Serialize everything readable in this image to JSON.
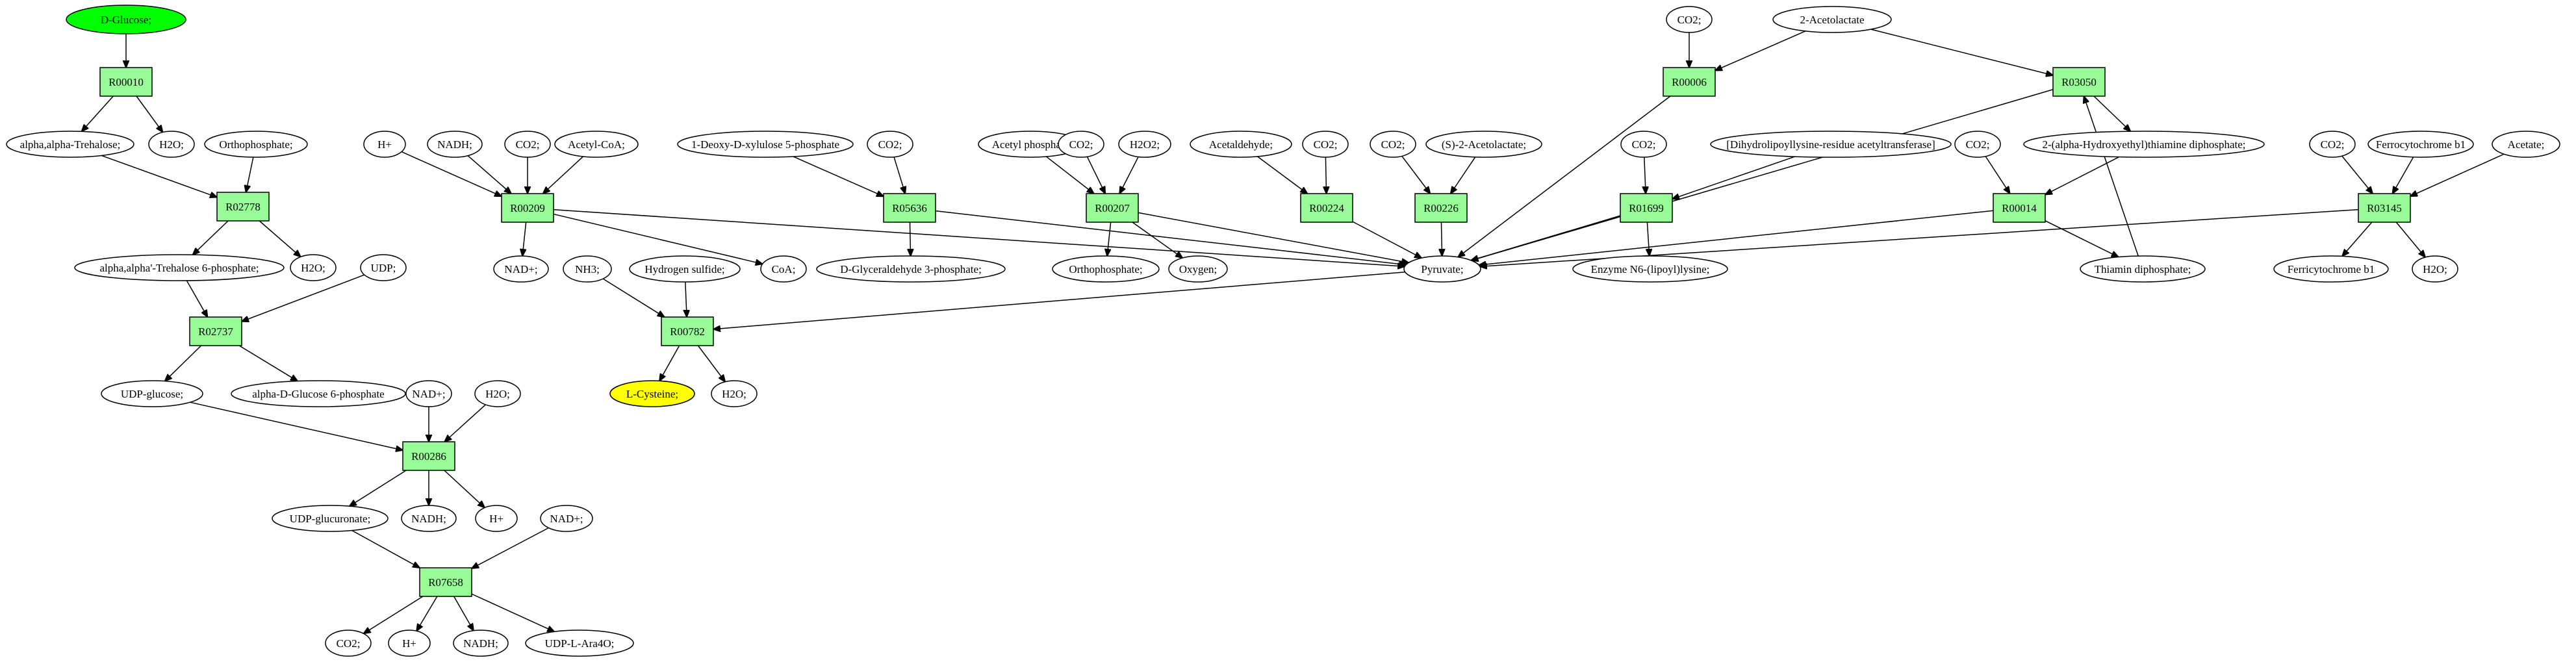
{
  "colors": {
    "reaction_fill": "#98fb98",
    "start_fill": "#00ff00",
    "target_fill": "#ffff00",
    "compound_fill": "#ffffff",
    "stroke": "#000000"
  },
  "nodes": {
    "dglucose": {
      "label": "D-Glucose;",
      "kind": "start"
    },
    "r00010": {
      "label": "R00010",
      "kind": "reaction"
    },
    "trehalose": {
      "label": "alpha,alpha-Trehalose;",
      "kind": "compound"
    },
    "h2o_1": {
      "label": "H2O;",
      "kind": "compound"
    },
    "orthophosphate_1": {
      "label": "Orthophosphate;",
      "kind": "compound"
    },
    "r02778": {
      "label": "R02778",
      "kind": "reaction"
    },
    "trehalose6p": {
      "label": "alpha,alpha'-Trehalose 6-phosphate;",
      "kind": "compound"
    },
    "h2o_2": {
      "label": "H2O;",
      "kind": "compound"
    },
    "udp": {
      "label": "UDP;",
      "kind": "compound"
    },
    "r02737": {
      "label": "R02737",
      "kind": "reaction"
    },
    "udpglucose": {
      "label": "UDP-glucose;",
      "kind": "compound"
    },
    "glucose6p": {
      "label": "alpha-D-Glucose 6-phosphate",
      "kind": "compound"
    },
    "nadp_1": {
      "label": "NAD+;",
      "kind": "compound"
    },
    "h2o_3": {
      "label": "H2O;",
      "kind": "compound"
    },
    "r00286": {
      "label": "R00286",
      "kind": "reaction"
    },
    "udpglucuronate": {
      "label": "UDP-glucuronate;",
      "kind": "compound"
    },
    "nadh_1": {
      "label": "NADH;",
      "kind": "compound"
    },
    "hplus_1": {
      "label": "H+",
      "kind": "compound"
    },
    "nadp_2": {
      "label": "NAD+;",
      "kind": "compound"
    },
    "r07658": {
      "label": "R07658",
      "kind": "reaction"
    },
    "co2_1": {
      "label": "CO2;",
      "kind": "compound"
    },
    "hplus_2": {
      "label": "H+",
      "kind": "compound"
    },
    "nadh_2": {
      "label": "NADH;",
      "kind": "compound"
    },
    "udpara4o": {
      "label": "UDP-L-Ara4O;",
      "kind": "compound"
    },
    "hplus_3": {
      "label": "H+",
      "kind": "compound"
    },
    "nadh_3": {
      "label": "NADH;",
      "kind": "compound"
    },
    "co2_2": {
      "label": "CO2;",
      "kind": "compound"
    },
    "acetylcoa": {
      "label": "Acetyl-CoA;",
      "kind": "compound"
    },
    "r00209": {
      "label": "R00209",
      "kind": "reaction"
    },
    "nadp_3": {
      "label": "NAD+;",
      "kind": "compound"
    },
    "coa": {
      "label": "CoA;",
      "kind": "compound"
    },
    "deoxyxylulose": {
      "label": "1-Deoxy-D-xylulose 5-phosphate",
      "kind": "compound"
    },
    "co2_3": {
      "label": "CO2;",
      "kind": "compound"
    },
    "r05636": {
      "label": "R05636",
      "kind": "reaction"
    },
    "glyceraldehyde3p": {
      "label": "D-Glyceraldehyde 3-phosphate;",
      "kind": "compound"
    },
    "acetylphosphate": {
      "label": "Acetyl phosphate",
      "kind": "compound"
    },
    "co2_4": {
      "label": "CO2;",
      "kind": "compound"
    },
    "h2o2": {
      "label": "H2O2;",
      "kind": "compound"
    },
    "r00207": {
      "label": "R00207",
      "kind": "reaction"
    },
    "orthophosphate_2": {
      "label": "Orthophosphate;",
      "kind": "compound"
    },
    "oxygen": {
      "label": "Oxygen;",
      "kind": "compound"
    },
    "acetaldehyde": {
      "label": "Acetaldehyde;",
      "kind": "compound"
    },
    "co2_5": {
      "label": "CO2;",
      "kind": "compound"
    },
    "r00224": {
      "label": "R00224",
      "kind": "reaction"
    },
    "co2_6": {
      "label": "CO2;",
      "kind": "compound"
    },
    "sacetolactate": {
      "label": "(S)-2-Acetolactate;",
      "kind": "compound"
    },
    "r00226": {
      "label": "R00226",
      "kind": "reaction"
    },
    "pyruvate": {
      "label": "Pyruvate;",
      "kind": "compound"
    },
    "nh3": {
      "label": "NH3;",
      "kind": "compound"
    },
    "h2s": {
      "label": "Hydrogen sulfide;",
      "kind": "compound"
    },
    "r00782": {
      "label": "R00782",
      "kind": "reaction"
    },
    "lcysteine": {
      "label": "L-Cysteine;",
      "kind": "target"
    },
    "h2o_4": {
      "label": "H2O;",
      "kind": "compound"
    },
    "co2_7": {
      "label": "CO2;",
      "kind": "compound"
    },
    "acetolactate": {
      "label": "2-Acetolactate",
      "kind": "compound"
    },
    "r00006": {
      "label": "R00006",
      "kind": "reaction"
    },
    "r03050": {
      "label": "R03050",
      "kind": "reaction"
    },
    "co2_8": {
      "label": "CO2;",
      "kind": "compound"
    },
    "dihydrolipoyl": {
      "label": "[Dihydrolipoyllysine-residue acetyltransferase]",
      "kind": "compound"
    },
    "r01699": {
      "label": "R01699",
      "kind": "reaction"
    },
    "lipoyllysine": {
      "label": "Enzyme N6-(lipoyl)lysine;",
      "kind": "compound"
    },
    "hydroxyethyltpp": {
      "label": "2-(alpha-Hydroxyethyl)thiamine diphosphate;",
      "kind": "compound"
    },
    "co2_9": {
      "label": "CO2;",
      "kind": "compound"
    },
    "r00014": {
      "label": "R00014",
      "kind": "reaction"
    },
    "thiamindp": {
      "label": "Thiamin diphosphate;",
      "kind": "compound"
    },
    "co2_10": {
      "label": "CO2;",
      "kind": "compound"
    },
    "ferrocytochrome": {
      "label": "Ferrocytochrome b1",
      "kind": "compound"
    },
    "acetate": {
      "label": "Acetate;",
      "kind": "compound"
    },
    "r03145": {
      "label": "R03145",
      "kind": "reaction"
    },
    "ferricytochrome": {
      "label": "Ferricytochrome b1",
      "kind": "compound"
    },
    "h2o_5": {
      "label": "H2O;",
      "kind": "compound"
    }
  }
}
